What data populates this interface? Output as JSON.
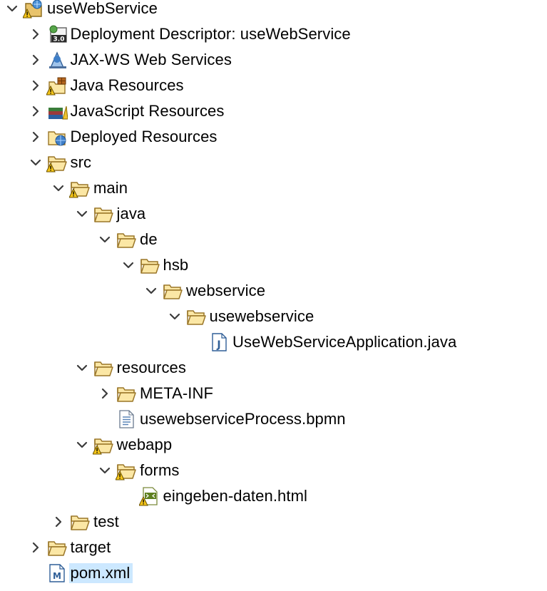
{
  "tree": {
    "rows": [
      {
        "label": "useWebService",
        "level": 0,
        "twisty": "expanded",
        "icon": "project-icon",
        "warn": true
      },
      {
        "label": "Deployment Descriptor: useWebService",
        "level": 1,
        "twisty": "collapsed",
        "icon": "deployment-descriptor-icon",
        "badge": "3.0"
      },
      {
        "label": "JAX-WS Web Services",
        "level": 1,
        "twisty": "collapsed",
        "icon": "jax-ws-services-icon"
      },
      {
        "label": "Java Resources",
        "level": 1,
        "twisty": "collapsed",
        "icon": "java-resources-icon",
        "warn": true
      },
      {
        "label": "JavaScript Resources",
        "level": 1,
        "twisty": "collapsed",
        "icon": "javascript-resources-icon"
      },
      {
        "label": "Deployed Resources",
        "level": 1,
        "twisty": "collapsed",
        "icon": "deployed-resources-icon"
      },
      {
        "label": "src",
        "level": 1,
        "twisty": "expanded",
        "icon": "folder-open-icon",
        "warn": true
      },
      {
        "label": "main",
        "level": 2,
        "twisty": "expanded",
        "icon": "folder-open-icon",
        "warn": true
      },
      {
        "label": "java",
        "level": 3,
        "twisty": "expanded",
        "icon": "folder-open-icon"
      },
      {
        "label": "de",
        "level": 4,
        "twisty": "expanded",
        "icon": "folder-open-icon"
      },
      {
        "label": "hsb",
        "level": 5,
        "twisty": "expanded",
        "icon": "folder-open-icon"
      },
      {
        "label": "webservice",
        "level": 6,
        "twisty": "expanded",
        "icon": "folder-open-icon"
      },
      {
        "label": "usewebservice",
        "level": 7,
        "twisty": "expanded",
        "icon": "folder-open-icon"
      },
      {
        "label": "UseWebServiceApplication.java",
        "level": 8,
        "twisty": "none",
        "icon": "java-file-icon"
      },
      {
        "label": "resources",
        "level": 3,
        "twisty": "expanded",
        "icon": "folder-open-icon"
      },
      {
        "label": "META-INF",
        "level": 4,
        "twisty": "collapsed",
        "icon": "folder-open-icon"
      },
      {
        "label": "usewebserviceProcess.bpmn",
        "level": 4,
        "twisty": "none",
        "icon": "text-file-icon"
      },
      {
        "label": "webapp",
        "level": 3,
        "twisty": "expanded",
        "icon": "folder-open-icon",
        "warn": true
      },
      {
        "label": "forms",
        "level": 4,
        "twisty": "expanded",
        "icon": "folder-open-icon",
        "warn": true
      },
      {
        "label": "eingeben-daten.html",
        "level": 5,
        "twisty": "none",
        "icon": "html-file-icon",
        "warn": true
      },
      {
        "label": "test",
        "level": 2,
        "twisty": "collapsed",
        "icon": "folder-open-icon"
      },
      {
        "label": "target",
        "level": 1,
        "twisty": "collapsed",
        "icon": "folder-open-icon"
      },
      {
        "label": "pom.xml",
        "level": 1,
        "twisty": "none",
        "icon": "maven-pom-icon",
        "selected": true
      }
    ]
  },
  "colors": {
    "folder_fill": "#fbe7a5",
    "folder_stroke": "#9a7628",
    "warning_fill": "#f5c518",
    "selection": "#cce8ff",
    "twisty": "#3c3c3c"
  }
}
